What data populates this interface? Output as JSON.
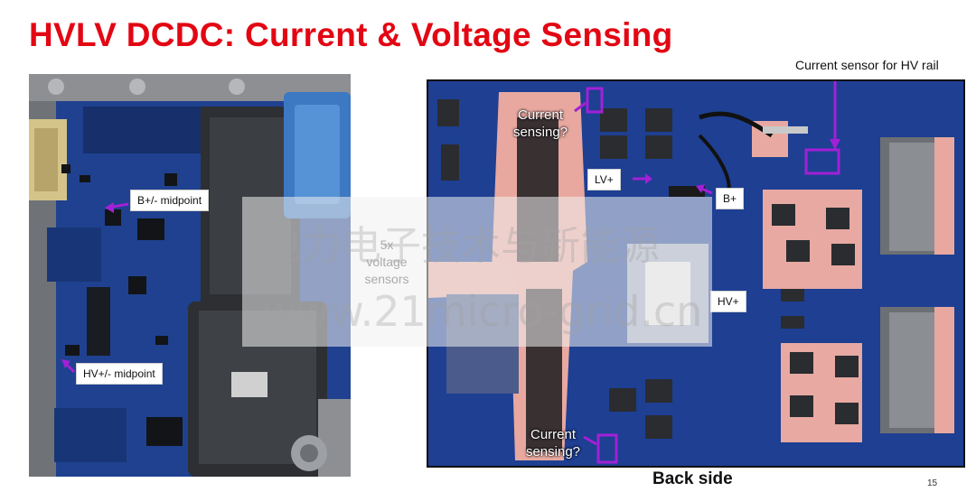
{
  "slide": {
    "title": "HVLV DCDC: Current & Voltage Sensing",
    "page_number": "15",
    "accent_color": "#e30613",
    "highlight_color": "#a320d6"
  },
  "left_photo": {
    "labels": {
      "b_midpoint": "B+/- midpoint",
      "hv_midpoint": "HV+/- midpoint"
    }
  },
  "center_note": {
    "line1": "5x",
    "line2": "voltage",
    "line3": "sensors"
  },
  "right_photo": {
    "caption": "Back side",
    "hv_rail_sensor": "Current sensor for HV rail",
    "current_sensing_top": [
      "Current",
      "sensing?"
    ],
    "current_sensing_bottom": [
      "Current",
      "sensing?"
    ],
    "lv_plus": "LV+",
    "b_plus": "B+",
    "hv_plus": "HV+"
  },
  "watermark": {
    "line1": "电力电子技术与新能源",
    "line2": "www.21micro-grid.cn"
  }
}
